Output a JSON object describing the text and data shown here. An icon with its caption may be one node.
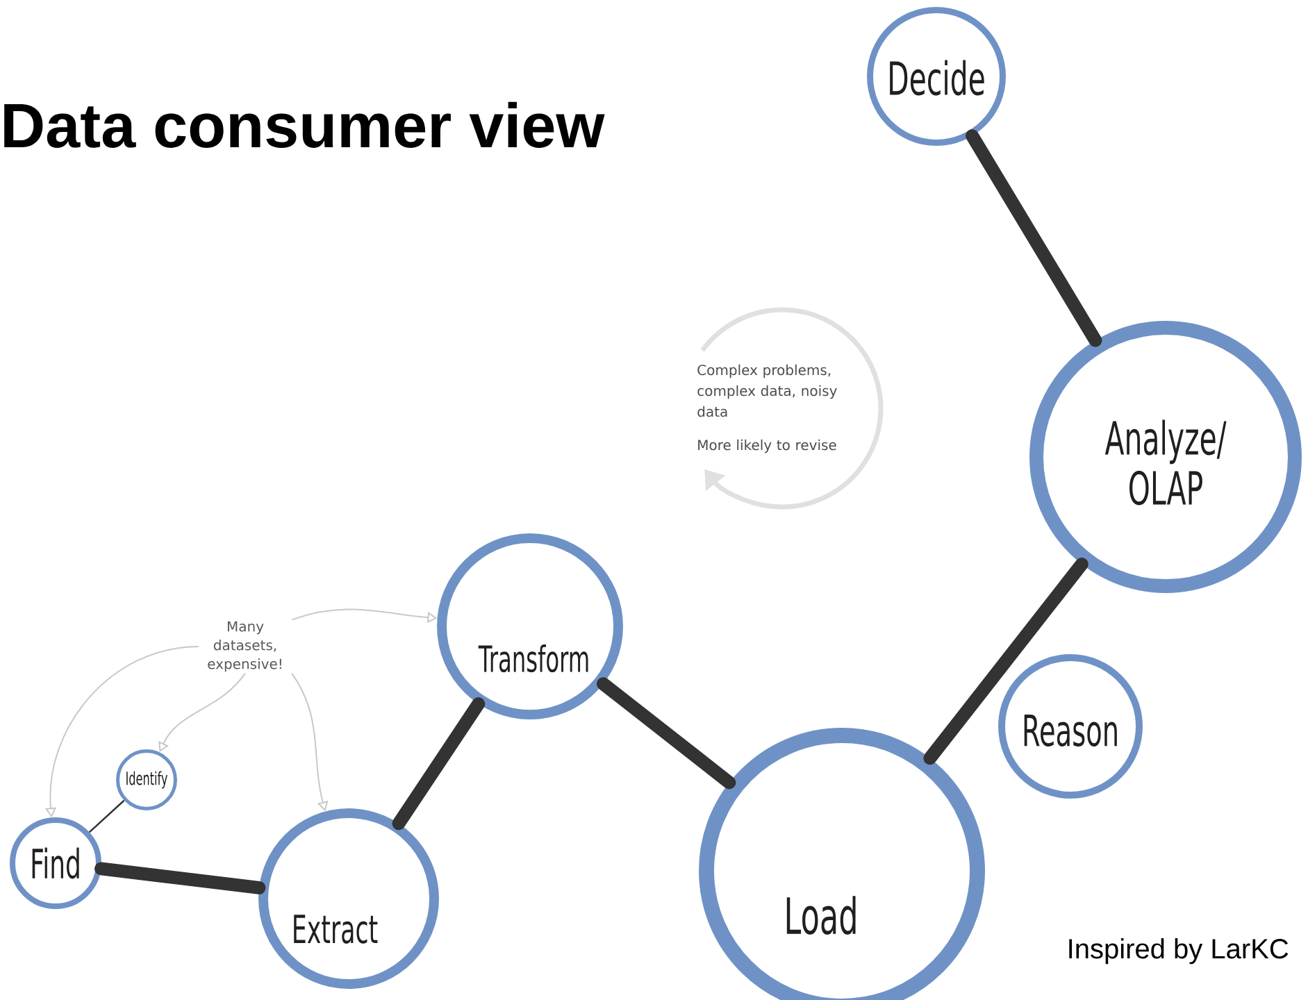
{
  "diagram": {
    "title": "Data consumer view",
    "nodes": [
      {
        "text": [
          "Decide"
        ]
      },
      {
        "text": [
          "Analyze/ OLAP"
        ]
      },
      {
        "text": [
          "Transform"
        ]
      },
      {
        "text": [
          "Many datasets, expensive!"
        ]
      },
      {
        "text": [
          "Reason"
        ]
      },
      {
        "text": [
          "Identify"
        ]
      },
      {
        "text": [
          "Find"
        ]
      },
      {
        "text": [
          "Extract"
        ]
      },
      {
        "text": [
          "Load"
        ]
      }
    ],
    "edges": [
      {
        "from": 6,
        "to": 5,
        "arrow": "none"
      },
      {
        "from": 6,
        "to": 7,
        "arrow": "none",
        "style": "thick"
      },
      {
        "from": 7,
        "to": 2,
        "arrow": "none",
        "style": "thick"
      },
      {
        "from": 2,
        "to": 8,
        "arrow": "none",
        "style": "thick"
      },
      {
        "from": 8,
        "to": 1,
        "arrow": "none",
        "style": "thick"
      },
      {
        "from": 1,
        "to": 0,
        "arrow": "none",
        "style": "thick"
      },
      {
        "from": 3,
        "to": 2,
        "arrow": "to",
        "color": "#c8c8c8"
      },
      {
        "from": 3,
        "to": 6,
        "arrow": "to",
        "color": "#c8c8c8"
      },
      {
        "from": 3,
        "to": 5,
        "arrow": "to",
        "color": "#c8c8c8"
      },
      {
        "from": 3,
        "to": 7,
        "arrow": "to",
        "color": "#c8c8c8"
      }
    ],
    "labels": [
      "Complex problems, complex data, noisy data",
      "More likely to revise",
      "Inspired by LarKC"
    ]
  }
}
